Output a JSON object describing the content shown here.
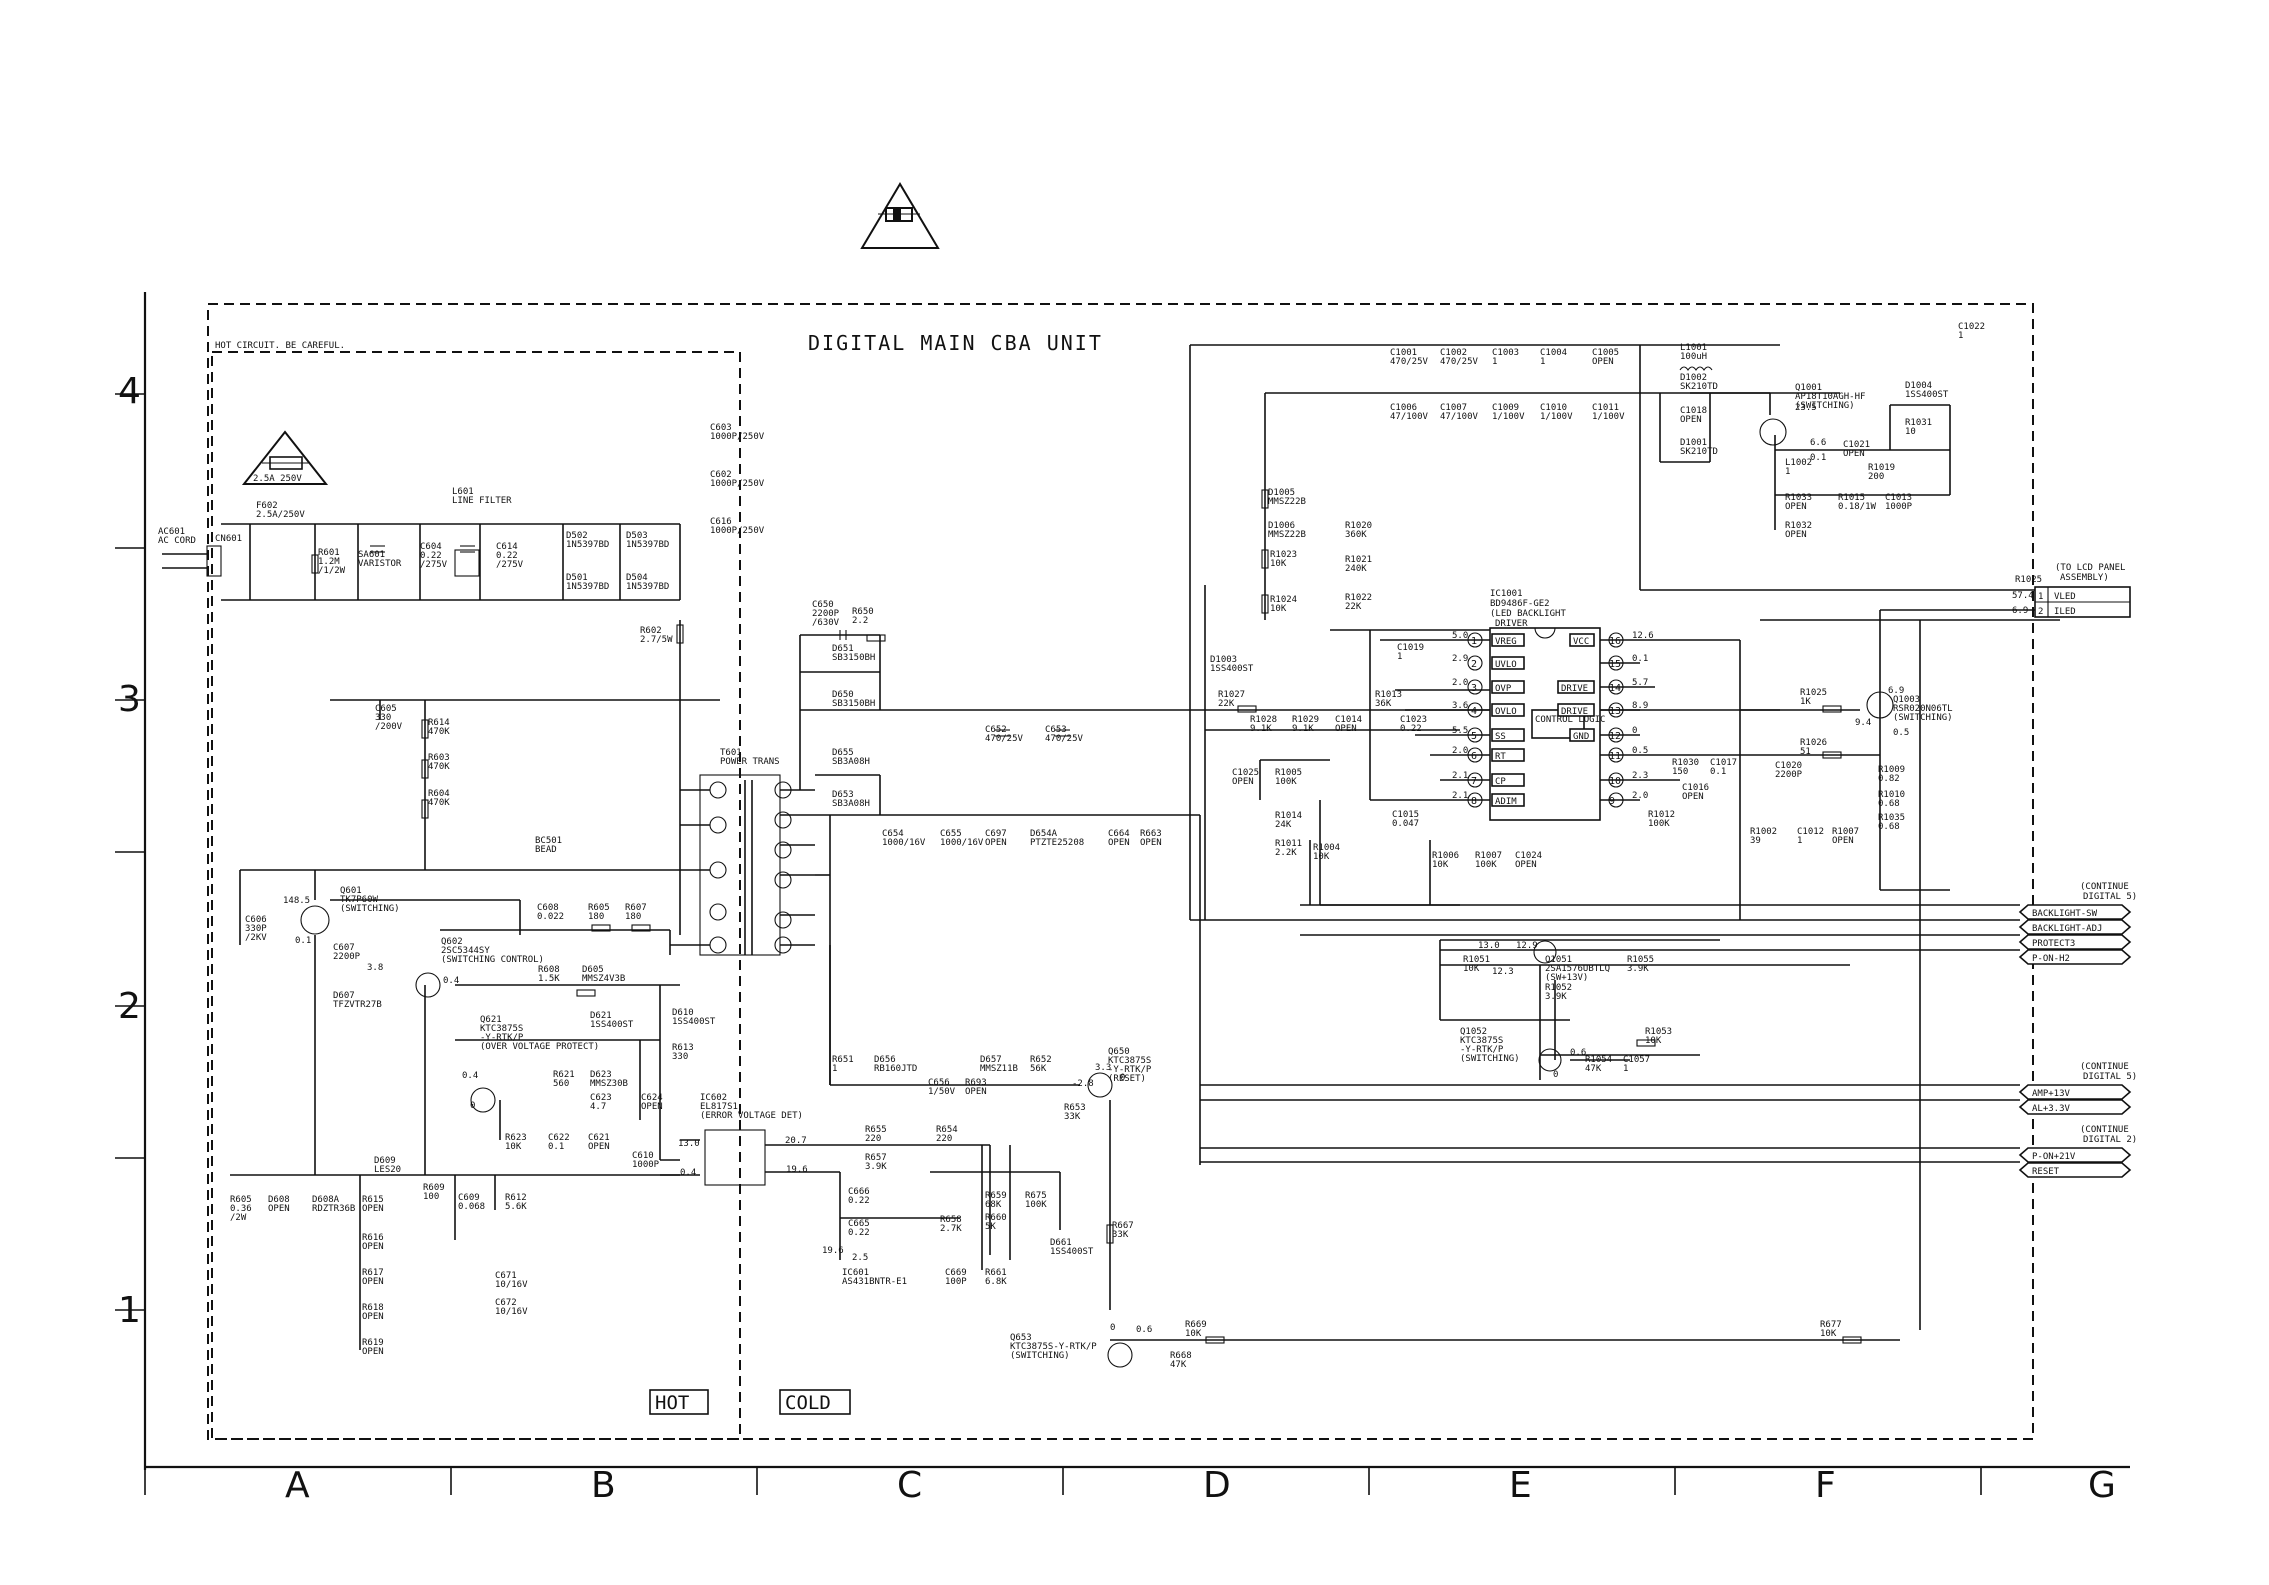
{
  "title": "DIGITAL MAIN CBA UNIT",
  "hot_note": "HOT CIRCUIT. BE CAREFUL.",
  "fuse_rating": "2.5A 250V",
  "hot_label": "HOT",
  "cold_label": "COLD",
  "grid_rows": [
    "4",
    "3",
    "2",
    "1"
  ],
  "grid_cols": [
    "A",
    "B",
    "C",
    "D",
    "E",
    "F",
    "G"
  ],
  "components": [
    {
      "ref": "AC601",
      "value": "AC CORD"
    },
    {
      "ref": "CN601",
      "value": ""
    },
    {
      "ref": "F602",
      "value": "2.5A/250V"
    },
    {
      "ref": "R601",
      "value": "1.2M /1/2W"
    },
    {
      "ref": "SA601",
      "value": "VARISTOR"
    },
    {
      "ref": "C604",
      "value": "0.22 /275V"
    },
    {
      "ref": "L601",
      "value": "LINE FILTER"
    },
    {
      "ref": "C614",
      "value": "0.22 /275V"
    },
    {
      "ref": "D502",
      "value": "1N5397BD"
    },
    {
      "ref": "D503",
      "value": "1N5397BD"
    },
    {
      "ref": "D501",
      "value": "1N5397BD"
    },
    {
      "ref": "D504",
      "value": "1N5397BD"
    },
    {
      "ref": "C603",
      "value": "1000P/250V"
    },
    {
      "ref": "C602",
      "value": "1000P/250V"
    },
    {
      "ref": "C616",
      "value": "1000P/250V"
    },
    {
      "ref": "R602",
      "value": "2.7/5W"
    },
    {
      "ref": "C605",
      "value": "330 /200V"
    },
    {
      "ref": "R614",
      "value": "470K"
    },
    {
      "ref": "R603",
      "value": "470K"
    },
    {
      "ref": "R604",
      "value": "470K"
    },
    {
      "ref": "BC501",
      "value": "BEAD"
    },
    {
      "ref": "C606",
      "value": "330P /2KV"
    },
    {
      "ref": "Q601",
      "value": "TK7P60W (SWITCHING)"
    },
    {
      "ref": "C607",
      "value": "2200P"
    },
    {
      "ref": "D607",
      "value": "TFZVTR27B"
    },
    {
      "ref": "C608",
      "value": "0.022"
    },
    {
      "ref": "R605",
      "value": "180"
    },
    {
      "ref": "R607",
      "value": "180"
    },
    {
      "ref": "Q602",
      "value": "2SC5344SY (SWITCHING CONTROL)"
    },
    {
      "ref": "R608",
      "value": "1.5K"
    },
    {
      "ref": "D605",
      "value": "MMSZ4V3B"
    },
    {
      "ref": "D621",
      "value": "1SS400ST"
    },
    {
      "ref": "D610",
      "value": "1SS400ST"
    },
    {
      "ref": "Q621",
      "value": "KTC3875S -Y-RTK/P (OVER VOLTAGE PROTECT)"
    },
    {
      "ref": "R621",
      "value": "560"
    },
    {
      "ref": "D623",
      "value": "MMSZ30B"
    },
    {
      "ref": "C623",
      "value": "4.7"
    },
    {
      "ref": "R613",
      "value": "330"
    },
    {
      "ref": "C624",
      "value": "OPEN"
    },
    {
      "ref": "R623",
      "value": "10K"
    },
    {
      "ref": "C622",
      "value": "0.1"
    },
    {
      "ref": "C621",
      "value": "OPEN"
    },
    {
      "ref": "C610",
      "value": "1000P"
    },
    {
      "ref": "D609",
      "value": "LES20"
    },
    {
      "ref": "R609",
      "value": "100"
    },
    {
      "ref": "C609",
      "value": "0.068"
    },
    {
      "ref": "R612",
      "value": "5.6K"
    },
    {
      "ref": "R605b",
      "value": "0.36 /2W"
    },
    {
      "ref": "D608",
      "value": "OPEN"
    },
    {
      "ref": "D608A",
      "value": "RDZTR36B"
    },
    {
      "ref": "R615",
      "value": "OPEN"
    },
    {
      "ref": "R616",
      "value": "OPEN"
    },
    {
      "ref": "R617",
      "value": "OPEN"
    },
    {
      "ref": "R618",
      "value": "OPEN"
    },
    {
      "ref": "R619",
      "value": "OPEN"
    },
    {
      "ref": "C671",
      "value": "10/16V"
    },
    {
      "ref": "C672",
      "value": "10/16V"
    },
    {
      "ref": "T601",
      "value": "POWER TRANS"
    },
    {
      "ref": "IC602",
      "value": "EL817S1 (ERROR VOLTAGE DET)"
    },
    {
      "ref": "C650",
      "value": "2200P /630V"
    },
    {
      "ref": "R650",
      "value": "2.2"
    },
    {
      "ref": "D651",
      "value": "SB3150BH"
    },
    {
      "ref": "D650",
      "value": "SB3150BH"
    },
    {
      "ref": "C652",
      "value": "470/25V"
    },
    {
      "ref": "C653",
      "value": "470/25V"
    },
    {
      "ref": "D655",
      "value": "SB3A08H"
    },
    {
      "ref": "D653",
      "value": "SB3A08H"
    },
    {
      "ref": "C654",
      "value": "1000/16V"
    },
    {
      "ref": "C655",
      "value": "1000/16V"
    },
    {
      "ref": "C697",
      "value": "OPEN"
    },
    {
      "ref": "D654A",
      "value": "PTZTE25208"
    },
    {
      "ref": "C664",
      "value": "OPEN"
    },
    {
      "ref": "R663",
      "value": "OPEN"
    },
    {
      "ref": "R651",
      "value": "1"
    },
    {
      "ref": "D656",
      "value": "RB160JTD"
    },
    {
      "ref": "C656",
      "value": "1/50V"
    },
    {
      "ref": "D657",
      "value": "MMSZ11B"
    },
    {
      "ref": "R693",
      "value": "OPEN"
    },
    {
      "ref": "R652",
      "value": "56K"
    },
    {
      "ref": "Q650",
      "value": "KTC3875S -Y-RTK/P (RESET)"
    },
    {
      "ref": "R653",
      "value": "33K"
    },
    {
      "ref": "R655",
      "value": "220"
    },
    {
      "ref": "R654",
      "value": "220"
    },
    {
      "ref": "R657",
      "value": "3.9K"
    },
    {
      "ref": "C666",
      "value": "0.22"
    },
    {
      "ref": "C665",
      "value": "0.22"
    },
    {
      "ref": "R659",
      "value": "68K"
    },
    {
      "ref": "R660",
      "value": "5K"
    },
    {
      "ref": "R675",
      "value": "100K"
    },
    {
      "ref": "R658",
      "value": "2.7K"
    },
    {
      "ref": "IC601",
      "value": "AS431BNTR-E1"
    },
    {
      "ref": "C669",
      "value": "100P"
    },
    {
      "ref": "R661",
      "value": "6.8K"
    },
    {
      "ref": "D661",
      "value": "1SS400ST"
    },
    {
      "ref": "R667",
      "value": "33K"
    },
    {
      "ref": "Q653",
      "value": "KTC3875S-Y-RTK/P (SWITCHING)"
    },
    {
      "ref": "R669",
      "value": "10K"
    },
    {
      "ref": "R668",
      "value": "47K"
    },
    {
      "ref": "R677",
      "value": "10K"
    },
    {
      "ref": "C1001",
      "value": "470/25V"
    },
    {
      "ref": "C1002",
      "value": "470/25V"
    },
    {
      "ref": "C1003",
      "value": "1"
    },
    {
      "ref": "C1004",
      "value": "1"
    },
    {
      "ref": "C1005",
      "value": "OPEN"
    },
    {
      "ref": "L1001",
      "value": "100uH"
    },
    {
      "ref": "C1022",
      "value": "1"
    },
    {
      "ref": "C1006",
      "value": "47/100V"
    },
    {
      "ref": "C1007",
      "value": "47/100V"
    },
    {
      "ref": "C1009",
      "value": "1/100V"
    },
    {
      "ref": "C1010",
      "value": "1/100V"
    },
    {
      "ref": "C1011",
      "value": "1/100V"
    },
    {
      "ref": "D1002",
      "value": "SK210TD"
    },
    {
      "ref": "C1018",
      "value": "OPEN"
    },
    {
      "ref": "D1001",
      "value": "SK210TD"
    },
    {
      "ref": "Q1001",
      "value": "AP18T10AGH-HF (SWITCHING)"
    },
    {
      "ref": "D1004",
      "value": "1SS400ST"
    },
    {
      "ref": "R1031",
      "value": "10"
    },
    {
      "ref": "C1021",
      "value": "OPEN"
    },
    {
      "ref": "L1002",
      "value": "1"
    },
    {
      "ref": "R1019",
      "value": "200"
    },
    {
      "ref": "R1033",
      "value": "OPEN"
    },
    {
      "ref": "R1015",
      "value": "0.18/1W"
    },
    {
      "ref": "C1013",
      "value": "1000P"
    },
    {
      "ref": "R1032",
      "value": "OPEN"
    },
    {
      "ref": "D1005",
      "value": "MMSZ22B"
    },
    {
      "ref": "D1006",
      "value": "MMSZ22B"
    },
    {
      "ref": "R1020",
      "value": "360K"
    },
    {
      "ref": "R1023",
      "value": "10K"
    },
    {
      "ref": "R1021",
      "value": "240K"
    },
    {
      "ref": "R1024",
      "value": "10K"
    },
    {
      "ref": "R1022",
      "value": "22K"
    },
    {
      "ref": "IC1001",
      "value": "BD9486F-GE2 (LED BACKLIGHT DRIVER)"
    },
    {
      "ref": "CN1001",
      "value": "(TO LCD PANEL ASSEMBLY)"
    },
    {
      "ref": "D1003",
      "value": "1SS400ST"
    },
    {
      "ref": "C1019",
      "value": "1"
    },
    {
      "ref": "R1027",
      "value": "22K"
    },
    {
      "ref": "R1028",
      "value": "9.1K"
    },
    {
      "ref": "R1029",
      "value": "9.1K"
    },
    {
      "ref": "C1014",
      "value": "OPEN"
    },
    {
      "ref": "R1013",
      "value": "36K"
    },
    {
      "ref": "C1023",
      "value": "0.22"
    },
    {
      "ref": "C1025",
      "value": "OPEN"
    },
    {
      "ref": "R1005",
      "value": "100K"
    },
    {
      "ref": "C1015",
      "value": "0.047"
    },
    {
      "ref": "R1014",
      "value": "24K"
    },
    {
      "ref": "R1011",
      "value": "2.2K"
    },
    {
      "ref": "R1004",
      "value": "10K"
    },
    {
      "ref": "R1006",
      "value": "10K"
    },
    {
      "ref": "R1007",
      "value": "100K"
    },
    {
      "ref": "C1024",
      "value": "OPEN"
    },
    {
      "ref": "R1025",
      "value": "1K"
    },
    {
      "ref": "Q1003",
      "value": "RSR020N06TL (SWITCHING)"
    },
    {
      "ref": "R1026",
      "value": "51"
    },
    {
      "ref": "R1030",
      "value": "150"
    },
    {
      "ref": "C1017",
      "value": "0.1"
    },
    {
      "ref": "C1016",
      "value": "OPEN"
    },
    {
      "ref": "C1020",
      "value": "2200P"
    },
    {
      "ref": "R1009",
      "value": "0.82"
    },
    {
      "ref": "R1010",
      "value": "0.68"
    },
    {
      "ref": "R1012",
      "value": "100K"
    },
    {
      "ref": "R1002",
      "value": "39"
    },
    {
      "ref": "C1012",
      "value": "1"
    },
    {
      "ref": "R1007b",
      "value": "OPEN"
    },
    {
      "ref": "R1035",
      "value": "0.68"
    },
    {
      "ref": "Q1051",
      "value": "2SA1576UBTLQ (SW+13V)"
    },
    {
      "ref": "R1051",
      "value": "10K"
    },
    {
      "ref": "R1055",
      "value": "3.9K"
    },
    {
      "ref": "R1052",
      "value": "3.9K"
    },
    {
      "ref": "Q1052",
      "value": "KTC3875S -Y-RTK/P (SWITCHING)"
    },
    {
      "ref": "R1053",
      "value": "10K"
    },
    {
      "ref": "R1054",
      "value": "47K"
    },
    {
      "ref": "C1057",
      "value": "1"
    }
  ],
  "ic1001": {
    "ref": "IC1001",
    "part": "BD9486F-GE2",
    "desc1": "(LED BACKLIGHT",
    "desc2": "DRIVER",
    "left_pins": [
      {
        "num": "1",
        "name": "VREG",
        "v": "5.0"
      },
      {
        "num": "2",
        "name": "UVLO",
        "v": "2.9"
      },
      {
        "num": "3",
        "name": "OVP",
        "v": "2.0"
      },
      {
        "num": "4",
        "name": "OVLO",
        "v": "3.6"
      },
      {
        "num": "5",
        "name": "SS",
        "v": "5.5"
      },
      {
        "num": "6",
        "name": "RT",
        "v": "2.0"
      },
      {
        "num": "7",
        "name": "CP",
        "v": "2.1"
      },
      {
        "num": "8",
        "name": "ADIM",
        "v": "2.1"
      }
    ],
    "right_pins": [
      {
        "num": "16",
        "name": "VCC",
        "v": "12.6"
      },
      {
        "num": "15",
        "name": "",
        "v": "0.1"
      },
      {
        "num": "14",
        "name": "DRIVE",
        "v": "5.7"
      },
      {
        "num": "13",
        "name": "DRIVE",
        "v": "8.9"
      },
      {
        "num": "12",
        "name": "GND",
        "v": "0"
      },
      {
        "num": "11",
        "name": "",
        "v": "0.5"
      },
      {
        "num": "10",
        "name": "",
        "v": "2.3"
      },
      {
        "num": "9",
        "name": "",
        "v": "2.0"
      }
    ],
    "core": "CONTROL LOGIC"
  },
  "cn1001": {
    "header": "(TO LCD PANEL",
    "header2": "ASSEMBLY)",
    "pins": [
      {
        "num": "1",
        "name": "VLED",
        "v": "57.4"
      },
      {
        "num": "2",
        "name": "ILED",
        "v": "6.9"
      }
    ]
  },
  "connectors": [
    {
      "title": "(CONTINUE",
      "title2": "DIGITAL 5)",
      "signals": [
        "BACKLIGHT-SW",
        "BACKLIGHT-ADJ",
        "PROTECT3",
        "P-ON-H2"
      ]
    },
    {
      "title": "(CONTINUE",
      "title2": "DIGITAL 5)",
      "signals": [
        "AMP+13V",
        "AL+3.3V"
      ]
    },
    {
      "title": "(CONTINUE",
      "title2": "DIGITAL 2)",
      "signals": [
        "P-ON+21V",
        "RESET"
      ]
    }
  ],
  "voltages": [
    "148.5",
    "0.1",
    "3.8",
    "0.4",
    "0.4",
    "0",
    "13.0",
    "0.4",
    "20.7",
    "19.6",
    "19.6",
    "2.5",
    "3.3",
    "-2.8",
    "0",
    "0",
    "0.6",
    "13.0",
    "12.9",
    "12.3",
    "0.6",
    "0",
    "23.5",
    "6.6",
    "0.1",
    "6.9",
    "9.4",
    "0.5"
  ]
}
